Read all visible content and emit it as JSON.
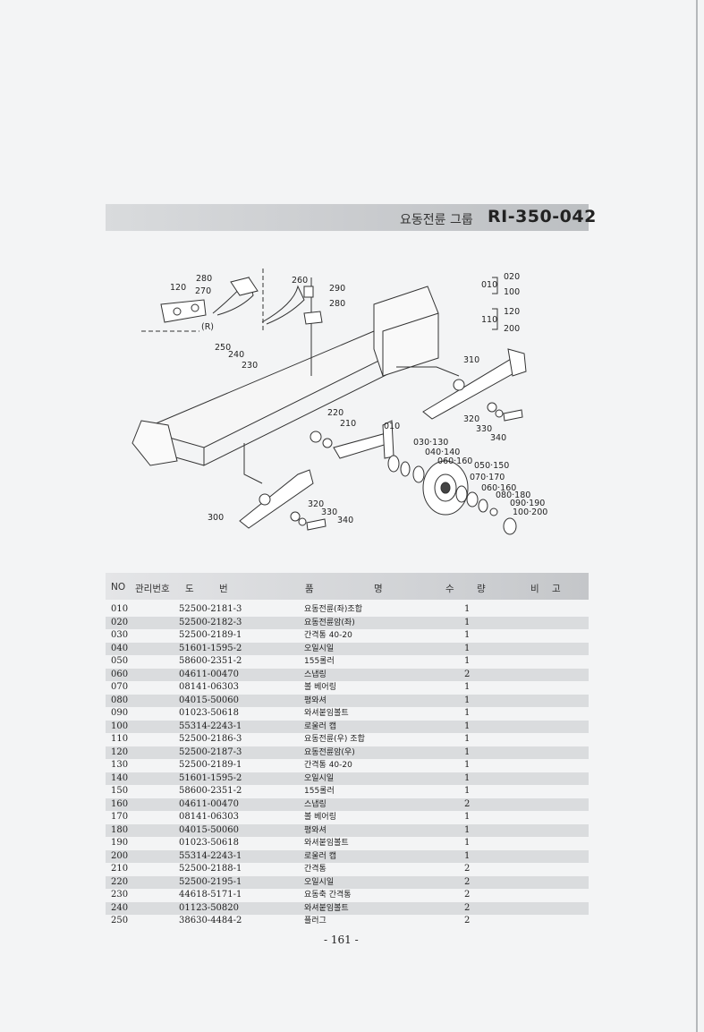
{
  "header": {
    "group_name": "요동전륜 그룹",
    "group_code": "RI-350-042"
  },
  "diagram": {
    "labels": [
      "280",
      "120",
      "270",
      "(R)",
      "260",
      "290",
      "280",
      "010",
      "020",
      "100",
      "110",
      "120",
      "200",
      "250",
      "240",
      "230",
      "310",
      "220",
      "210",
      "010",
      "320",
      "330",
      "340",
      "030·130",
      "040·140",
      "060·160",
      "050·150",
      "070·170",
      "060·160",
      "080·180",
      "090·190",
      "100·200",
      "300",
      "320",
      "330",
      "340"
    ]
  },
  "table": {
    "headers": {
      "no": "NO",
      "mgmt": "관리번호",
      "dwg1": "도",
      "dwg2": "번",
      "name1": "품",
      "name2": "명",
      "qty1": "수",
      "qty2": "량",
      "rmk1": "비",
      "rmk2": "고"
    },
    "rows": [
      {
        "no": "010",
        "dwg": "52500-2181-3",
        "name": "요동전륜(좌)조합",
        "qty": "1"
      },
      {
        "no": "020",
        "dwg": "52500-2182-3",
        "name": "요동전륜암(좌)",
        "qty": "1"
      },
      {
        "no": "030",
        "dwg": "52500-2189-1",
        "name": "간격통 40-20",
        "qty": "1"
      },
      {
        "no": "040",
        "dwg": "51601-1595-2",
        "name": "오일시일",
        "qty": "1"
      },
      {
        "no": "050",
        "dwg": "58600-2351-2",
        "name": "155롤러",
        "qty": "1"
      },
      {
        "no": "060",
        "dwg": "04611-00470",
        "name": "스냅링",
        "qty": "2"
      },
      {
        "no": "070",
        "dwg": "08141-06303",
        "name": "볼 베어링",
        "qty": "1"
      },
      {
        "no": "080",
        "dwg": "04015-50060",
        "name": "평와셔",
        "qty": "1"
      },
      {
        "no": "090",
        "dwg": "01023-50618",
        "name": "와셔붙임볼트",
        "qty": "1"
      },
      {
        "no": "100",
        "dwg": "55314-2243-1",
        "name": "로울러 캡",
        "qty": "1"
      },
      {
        "no": "110",
        "dwg": "52500-2186-3",
        "name": "요동전륜(우) 조합",
        "qty": "1"
      },
      {
        "no": "120",
        "dwg": "52500-2187-3",
        "name": "요동전륜암(우)",
        "qty": "1"
      },
      {
        "no": "130",
        "dwg": "52500-2189-1",
        "name": "간격통 40-20",
        "qty": "1"
      },
      {
        "no": "140",
        "dwg": "51601-1595-2",
        "name": "오일시일",
        "qty": "1"
      },
      {
        "no": "150",
        "dwg": "58600-2351-2",
        "name": "155롤러",
        "qty": "1"
      },
      {
        "no": "160",
        "dwg": "04611-00470",
        "name": "스냅링",
        "qty": "2"
      },
      {
        "no": "170",
        "dwg": "08141-06303",
        "name": "볼 베어링",
        "qty": "1"
      },
      {
        "no": "180",
        "dwg": "04015-50060",
        "name": "평와셔",
        "qty": "1"
      },
      {
        "no": "190",
        "dwg": "01023-50618",
        "name": "와셔붙임볼트",
        "qty": "1"
      },
      {
        "no": "200",
        "dwg": "55314-2243-1",
        "name": "로울러 캡",
        "qty": "1"
      },
      {
        "no": "210",
        "dwg": "52500-2188-1",
        "name": "간격통",
        "qty": "2"
      },
      {
        "no": "220",
        "dwg": "52500-2195-1",
        "name": "오일시일",
        "qty": "2"
      },
      {
        "no": "230",
        "dwg": "44618-5171-1",
        "name": "요동축 간격통",
        "qty": "2"
      },
      {
        "no": "240",
        "dwg": "01123-50820",
        "name": "와셔붙임볼트",
        "qty": "2"
      },
      {
        "no": "250",
        "dwg": "38630-4484-2",
        "name": "플러그",
        "qty": "2"
      }
    ]
  },
  "footer": {
    "page_number": "- 161 -"
  }
}
